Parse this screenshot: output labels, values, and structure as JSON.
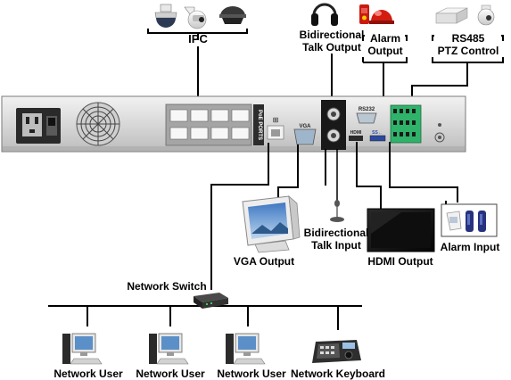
{
  "labels": {
    "ipc": "IPC",
    "talk_output_line1": "Bidirectional",
    "talk_output_line2": "Talk Output",
    "alarm_output_line1": "Alarm",
    "alarm_output_line2": "Output",
    "rs485_line1": "RS485",
    "rs485_line2": "PTZ Control",
    "vga_output": "VGA Output",
    "talk_input_line1": "Bidirectional",
    "talk_input_line2": "Talk Input",
    "hdmi_output": "HDMI Output",
    "alarm_input": "Alarm Input",
    "network_switch": "Network Switch",
    "network_user_1": "Network User",
    "network_user_2": "Network User",
    "network_user_3": "Network User",
    "network_keyboard": "Network Keyboard"
  },
  "panel_text": {
    "poe_ports": "PoE PORTS",
    "vga": "VGA",
    "rs232": "RS232",
    "hdmi": "HDMI",
    "usb": "SS←"
  },
  "colors": {
    "line": "#000000",
    "chassis": "#dadada",
    "screen_blue": "#5b8fc7",
    "alarm_red": "#d21d10",
    "alarm_detector_blue": "#26327e"
  }
}
